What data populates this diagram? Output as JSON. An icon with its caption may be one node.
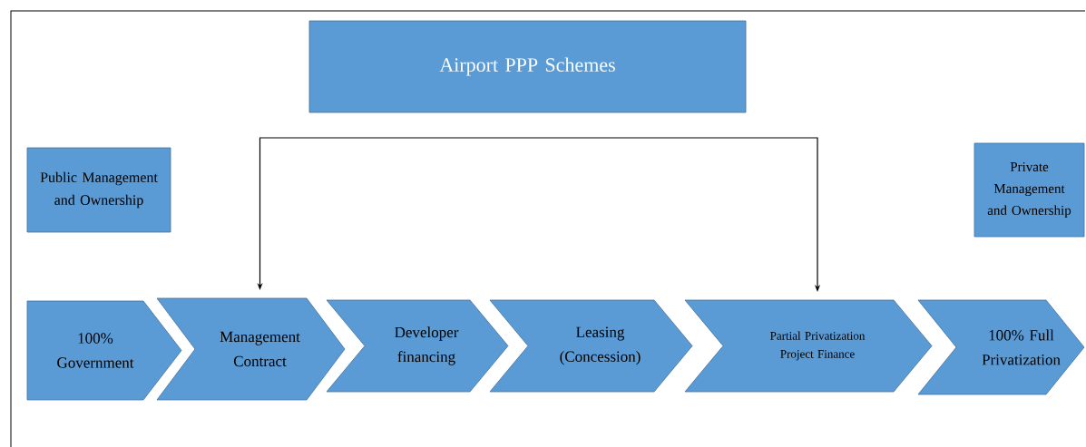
{
  "diagram": {
    "nodes": [
      {
        "text": [
          "Airport PPP Schemes"
        ]
      },
      {
        "text": [
          "Public Management and Ownership"
        ]
      },
      {
        "text": [
          "Private Management and Ownership"
        ]
      },
      {
        "text": [
          "100% Government"
        ]
      },
      {
        "text": [
          "Management Contract"
        ]
      },
      {
        "text": [
          "Developer financing"
        ]
      },
      {
        "text": [
          "Leasing (Concession)"
        ]
      },
      {
        "text": [
          "Partial Privatization Project Finance"
        ]
      },
      {
        "text": [
          "100% Full Privatization"
        ]
      }
    ],
    "edges": [
      {
        "from": 4,
        "to": 7,
        "arrow": "both"
      }
    ]
  }
}
